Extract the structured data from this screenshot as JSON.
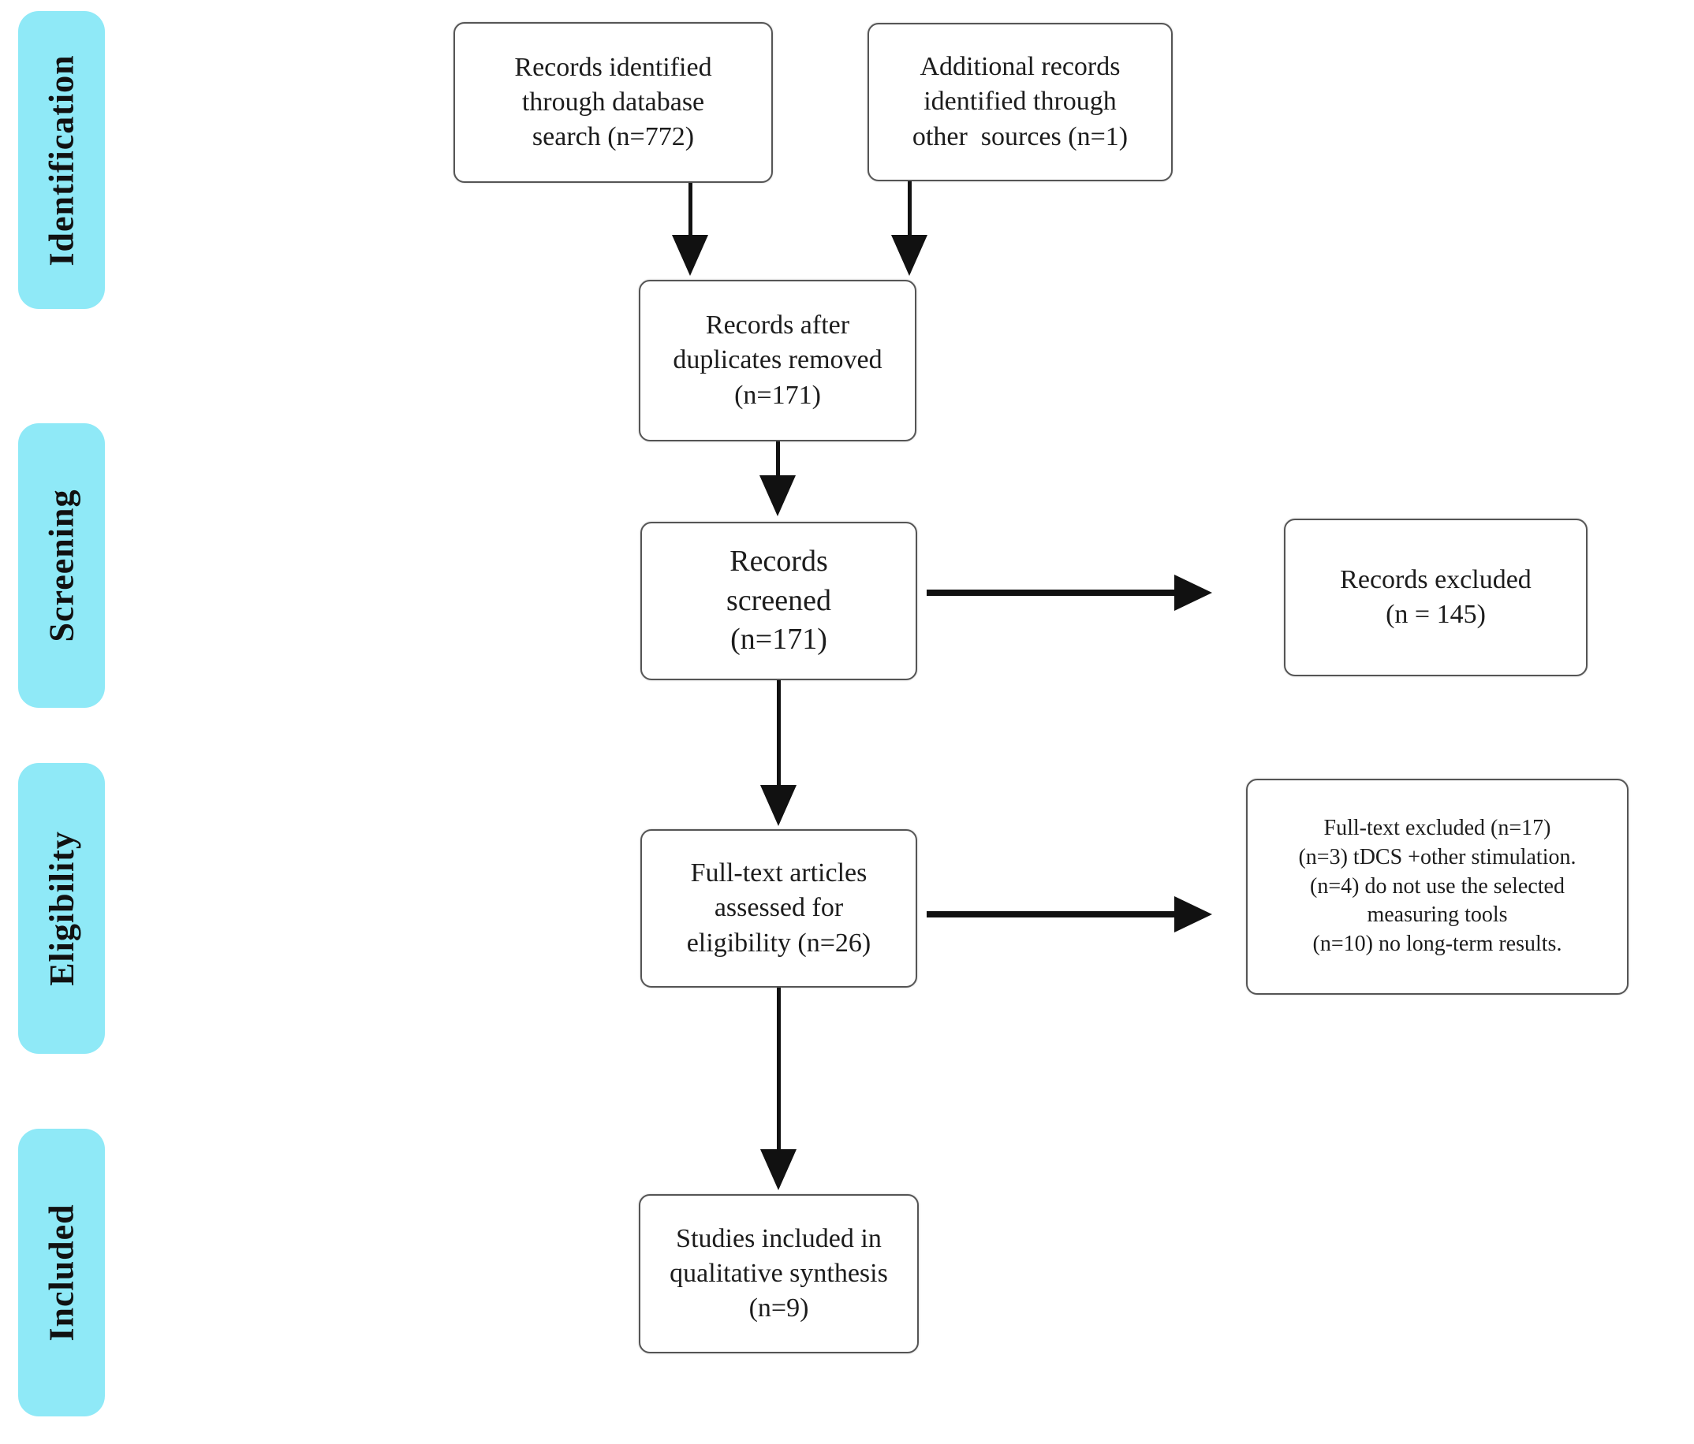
{
  "diagram": {
    "stages": [
      "Identification",
      "Screening",
      "Eligibility",
      "Included"
    ],
    "boxes": {
      "db_search": "Records identified\nthrough database\nsearch (n=772)",
      "other_sources": "Additional records\nidentified through\nother  sources (n=1)",
      "after_duplicates": "Records after\nduplicates removed\n(n=171)",
      "screened": "Records\nscreened\n(n=171)",
      "records_excluded": "Records excluded\n(n = 145)",
      "fulltext_assessed": "Full-text articles\nassessed for\neligibility (n=26)",
      "fulltext_excluded": "Full-text excluded (n=17)\n(n=3) tDCS +other stimulation.\n(n=4) do not use the selected\nmeasuring tools\n(n=10) no long-term results.",
      "included_qualitative": "Studies included in\nqualitative synthesis\n(n=9)"
    },
    "colors": {
      "stage_fill": "#8FE9F7",
      "box_border": "#555555",
      "arrow": "#111111",
      "text": "#1c1c1c"
    }
  }
}
